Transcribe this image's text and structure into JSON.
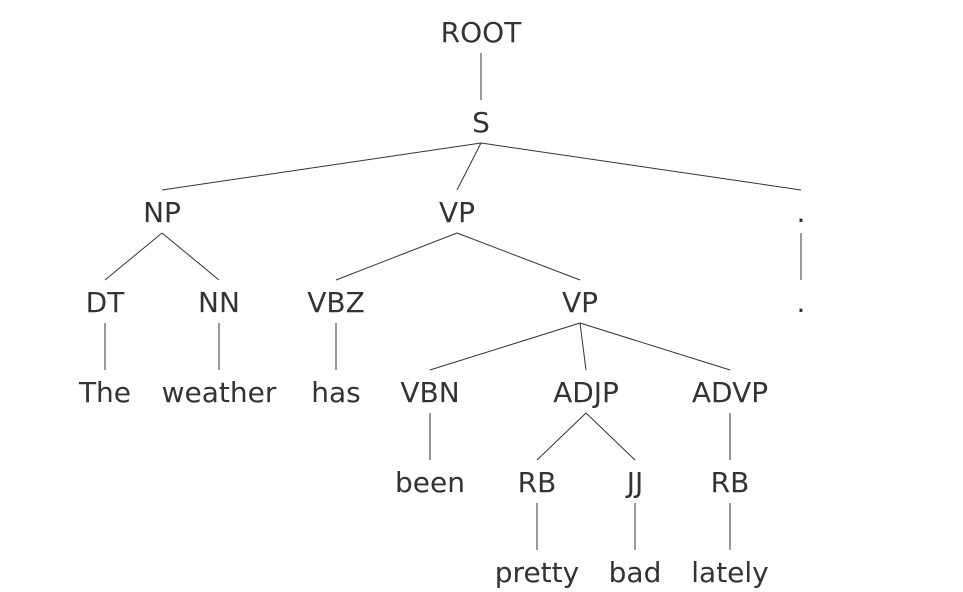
{
  "tree": {
    "nodes": [
      {
        "id": "n-root",
        "label": "ROOT"
      },
      {
        "id": "n-s",
        "label": "S"
      },
      {
        "id": "n-np",
        "label": "NP"
      },
      {
        "id": "n-vp1",
        "label": "VP"
      },
      {
        "id": "n-punct-tag",
        "label": "."
      },
      {
        "id": "n-dt",
        "label": "DT"
      },
      {
        "id": "n-nn",
        "label": "NN"
      },
      {
        "id": "n-vbz",
        "label": "VBZ"
      },
      {
        "id": "n-vp2",
        "label": "VP"
      },
      {
        "id": "n-punct-word",
        "label": "."
      },
      {
        "id": "n-the",
        "label": "The"
      },
      {
        "id": "n-weather",
        "label": "weather"
      },
      {
        "id": "n-has",
        "label": "has"
      },
      {
        "id": "n-vbn",
        "label": "VBN"
      },
      {
        "id": "n-adjp",
        "label": "ADJP"
      },
      {
        "id": "n-advp",
        "label": "ADVP"
      },
      {
        "id": "n-been",
        "label": "been"
      },
      {
        "id": "n-rb1",
        "label": "RB"
      },
      {
        "id": "n-jj",
        "label": "JJ"
      },
      {
        "id": "n-rb2",
        "label": "RB"
      },
      {
        "id": "n-pretty",
        "label": "pretty"
      },
      {
        "id": "n-bad",
        "label": "bad"
      },
      {
        "id": "n-lately",
        "label": "lately"
      }
    ],
    "edges": [
      [
        "n-root",
        "n-s"
      ],
      [
        "n-s",
        "n-np"
      ],
      [
        "n-s",
        "n-vp1"
      ],
      [
        "n-s",
        "n-punct-tag"
      ],
      [
        "n-np",
        "n-dt"
      ],
      [
        "n-np",
        "n-nn"
      ],
      [
        "n-vp1",
        "n-vbz"
      ],
      [
        "n-vp1",
        "n-vp2"
      ],
      [
        "n-punct-tag",
        "n-punct-word"
      ],
      [
        "n-dt",
        "n-the"
      ],
      [
        "n-nn",
        "n-weather"
      ],
      [
        "n-vbz",
        "n-has"
      ],
      [
        "n-vp2",
        "n-vbn"
      ],
      [
        "n-vp2",
        "n-adjp"
      ],
      [
        "n-vp2",
        "n-advp"
      ],
      [
        "n-vbn",
        "n-been"
      ],
      [
        "n-adjp",
        "n-rb1"
      ],
      [
        "n-adjp",
        "n-jj"
      ],
      [
        "n-advp",
        "n-rb2"
      ],
      [
        "n-rb1",
        "n-pretty"
      ],
      [
        "n-jj",
        "n-bad"
      ],
      [
        "n-rb2",
        "n-lately"
      ]
    ]
  }
}
